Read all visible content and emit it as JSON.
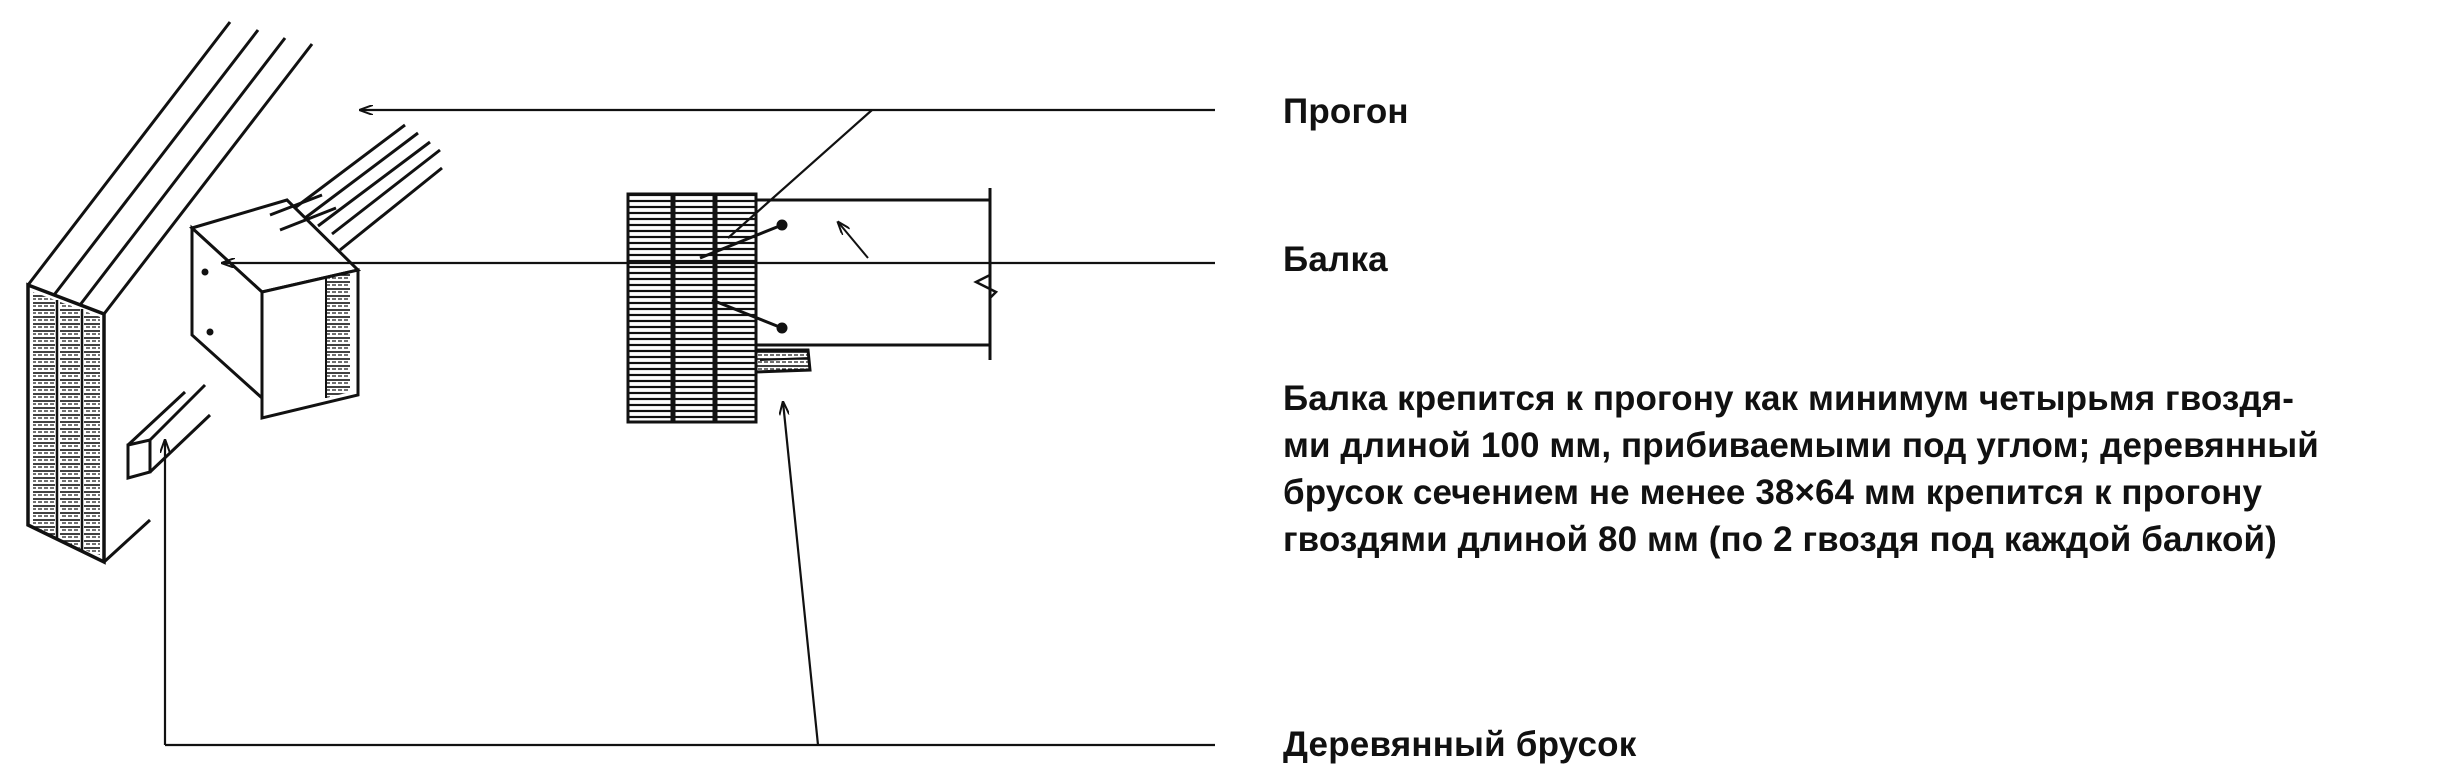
{
  "labels": {
    "purlin": "Прогон",
    "beam": "Балка",
    "wood_block": "Деревянный брусок"
  },
  "note": "Балка крепится к прогону как минимум четырьмя гвоздя-\nми длиной 100 мм, прибиваемыми под углом; деревянный\nбрусок сечением не менее 38×64 мм крепится к прогону\nгвоздями длиной 80 мм (по 2 гвоздя под каждой балкой)",
  "colors": {
    "ink": "#111111",
    "background": "#ffffff"
  }
}
